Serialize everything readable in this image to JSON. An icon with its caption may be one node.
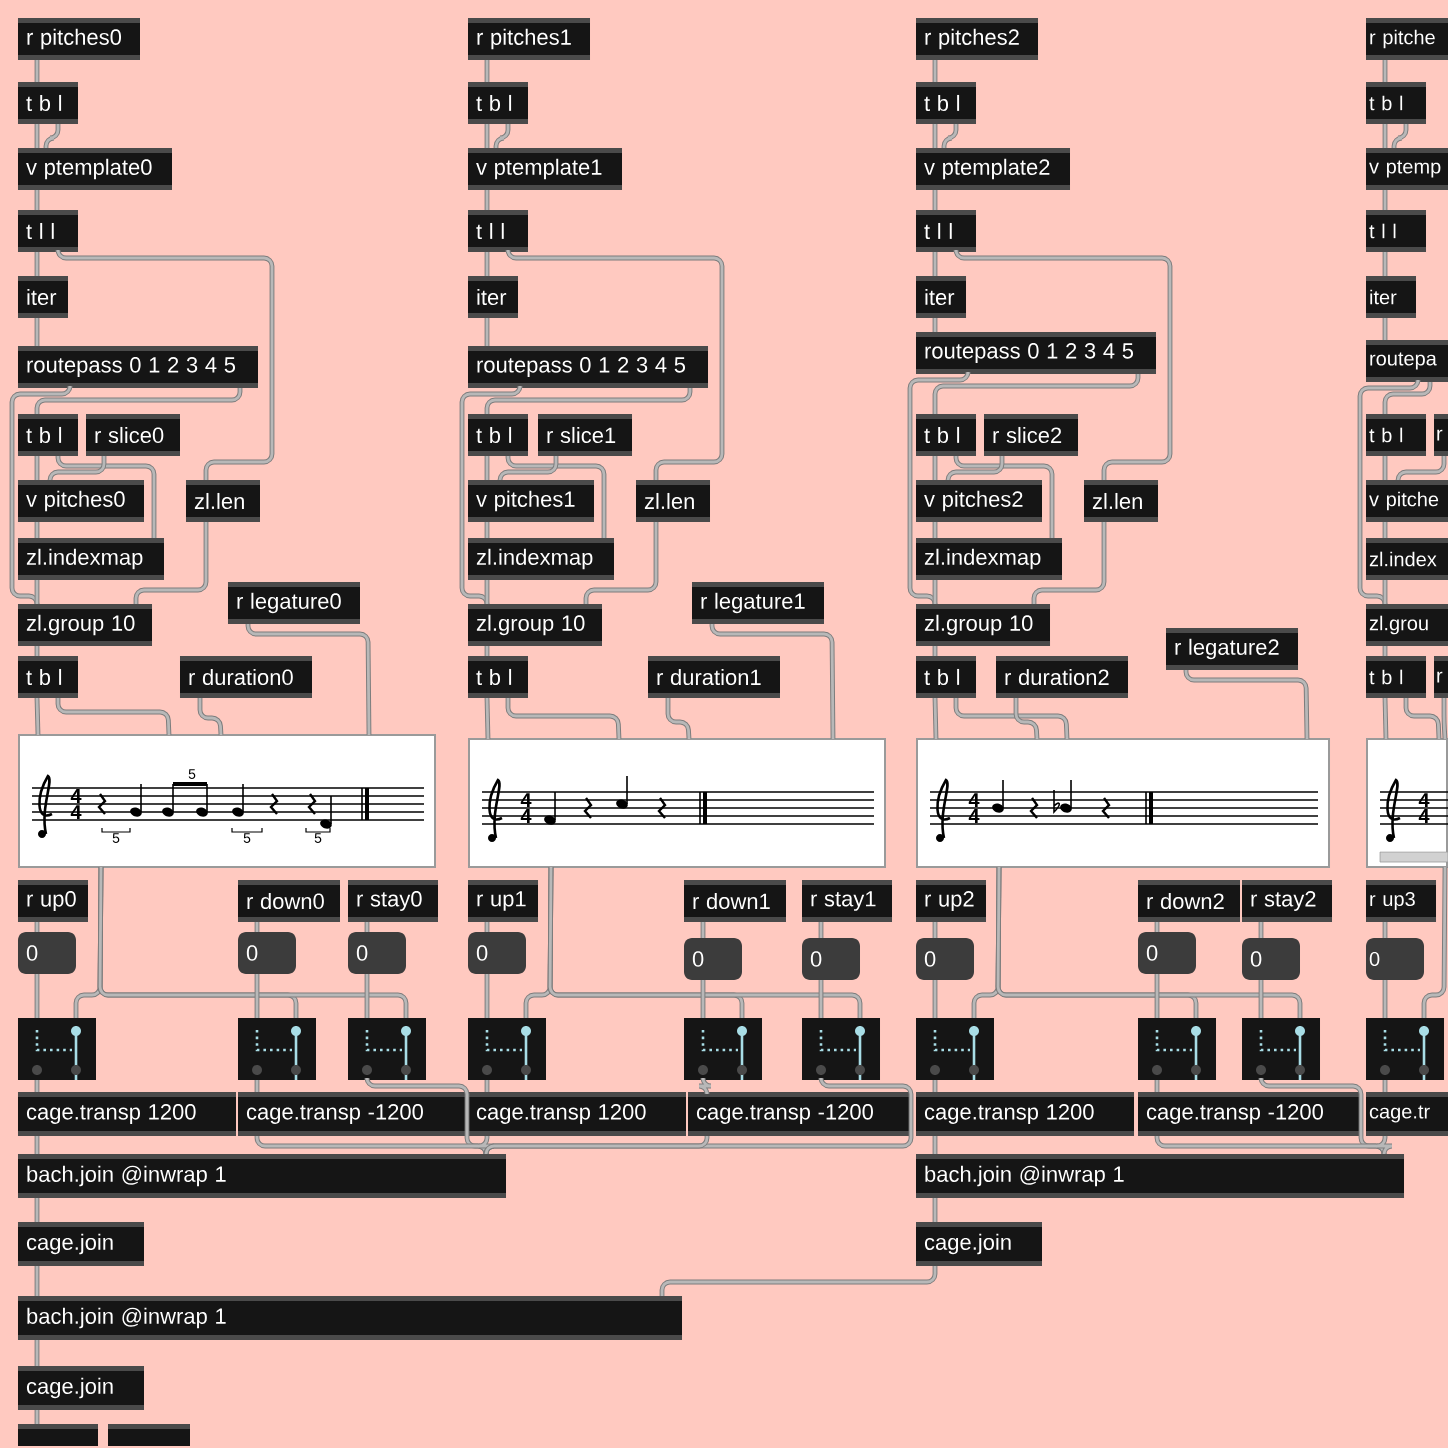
{
  "diagram": {
    "nodes": [
      {
        "text": [
          "r pitches0"
        ]
      },
      {
        "text": [
          "t b l"
        ]
      },
      {
        "text": [
          "v ptemplate0"
        ]
      },
      {
        "text": [
          "t l l"
        ]
      },
      {
        "text": [
          "iter"
        ]
      },
      {
        "text": [
          "routepass 0 1 2 3 4 5"
        ]
      },
      {
        "text": [
          "t b l"
        ]
      },
      {
        "text": [
          "r slice0"
        ]
      },
      {
        "text": [
          "v pitches0"
        ]
      },
      {
        "text": [
          "zl.len"
        ]
      },
      {
        "text": [
          "zl.indexmap"
        ]
      },
      {
        "text": [
          "r legature0"
        ]
      },
      {
        "text": [
          "zl.group 10"
        ]
      },
      {
        "text": [
          "t b l"
        ]
      },
      {
        "text": [
          "r duration0"
        ]
      },
      {
        "text": [],
        "shape": "picture"
      },
      {
        "text": [
          "r up0"
        ]
      },
      {
        "text": [
          "r down0"
        ]
      },
      {
        "text": [
          "r stay0"
        ]
      },
      {
        "text": [
          "0"
        ]
      },
      {
        "text": [
          "0"
        ]
      },
      {
        "text": [
          "0"
        ]
      },
      {
        "text": [],
        "shape": "box"
      },
      {
        "text": [],
        "shape": "box"
      },
      {
        "text": [],
        "shape": "box"
      },
      {
        "text": [
          "cage.transp 1200"
        ]
      },
      {
        "text": [
          "cage.transp -1200"
        ]
      },
      {
        "text": [
          "r pitches1"
        ]
      },
      {
        "text": [
          "t b l"
        ]
      },
      {
        "text": [
          "v ptemplate1"
        ]
      },
      {
        "text": [
          "t l l"
        ]
      },
      {
        "text": [
          "iter"
        ]
      },
      {
        "text": [
          "routepass 0 1 2 3 4 5"
        ]
      },
      {
        "text": [
          "t b l"
        ]
      },
      {
        "text": [
          "r slice1"
        ]
      },
      {
        "text": [
          "v pitches1"
        ]
      },
      {
        "text": [
          "zl.len"
        ]
      },
      {
        "text": [
          "zl.indexmap"
        ]
      },
      {
        "text": [
          "r legature1"
        ]
      },
      {
        "text": [
          "zl.group 10"
        ]
      },
      {
        "text": [
          "t b l"
        ]
      },
      {
        "text": [
          "r duration1"
        ]
      },
      {
        "text": [],
        "shape": "picture"
      },
      {
        "text": [
          "r up1"
        ]
      },
      {
        "text": [
          "r down1"
        ]
      },
      {
        "text": [
          "r stay1"
        ]
      },
      {
        "text": [
          "0"
        ]
      },
      {
        "text": [
          "0"
        ]
      },
      {
        "text": [
          "0"
        ]
      },
      {
        "text": [],
        "shape": "box"
      },
      {
        "text": [],
        "shape": "box"
      },
      {
        "text": [],
        "shape": "box"
      },
      {
        "text": [
          "cage.transp 1200"
        ]
      },
      {
        "text": [
          "cage.transp -1200"
        ]
      },
      {
        "text": [
          "r pitches2"
        ]
      },
      {
        "text": [
          "t b l"
        ]
      },
      {
        "text": [
          "v ptemplate2"
        ]
      },
      {
        "text": [
          "t l l"
        ]
      },
      {
        "text": [
          "iter"
        ]
      },
      {
        "text": [
          "routepass 0 1 2 3 4 5"
        ]
      },
      {
        "text": [
          "t b l"
        ]
      },
      {
        "text": [
          "r slice2"
        ]
      },
      {
        "text": [
          "v pitches2"
        ]
      },
      {
        "text": [
          "zl.len"
        ]
      },
      {
        "text": [
          "zl.indexmap"
        ]
      },
      {
        "text": [
          "r legature2"
        ]
      },
      {
        "text": [
          "zl.group 10"
        ]
      },
      {
        "text": [
          "t b l"
        ]
      },
      {
        "text": [
          "r duration2"
        ]
      },
      {
        "text": [],
        "shape": "picture"
      },
      {
        "text": [
          "r up2"
        ]
      },
      {
        "text": [
          "r down2"
        ]
      },
      {
        "text": [
          "r stay2"
        ]
      },
      {
        "text": [
          "0"
        ]
      },
      {
        "text": [
          "0"
        ]
      },
      {
        "text": [
          "0"
        ]
      },
      {
        "text": [],
        "shape": "box"
      },
      {
        "text": [],
        "shape": "box"
      },
      {
        "text": [],
        "shape": "box"
      },
      {
        "text": [
          "cage.transp 1200"
        ]
      },
      {
        "text": [
          "cage.transp -1200"
        ]
      },
      {
        "text": [
          "r pitche"
        ]
      },
      {
        "text": [
          "t b l"
        ]
      },
      {
        "text": [
          "v ptemp"
        ]
      },
      {
        "text": [
          "t l l"
        ]
      },
      {
        "text": [
          "iter"
        ]
      },
      {
        "text": [
          "routepa"
        ]
      },
      {
        "text": [
          "t b l"
        ]
      },
      {
        "text": [
          "r"
        ]
      },
      {
        "text": [
          "v pitche"
        ]
      },
      {
        "text": [
          "zl.index"
        ]
      },
      {
        "text": [
          "zl.grou"
        ]
      },
      {
        "text": [
          "t b l"
        ]
      },
      {
        "text": [
          "r"
        ]
      },
      {
        "text": [],
        "shape": "picture"
      },
      {
        "text": [
          "r up3"
        ]
      },
      {
        "text": [
          "0"
        ]
      },
      {
        "text": [],
        "shape": "box"
      },
      {
        "text": [
          "cage.tr"
        ]
      },
      {
        "text": [
          "bach.join @inwrap 1"
        ]
      },
      {
        "text": [
          "cage.join"
        ]
      },
      {
        "text": [
          "bach.join @inwrap 1"
        ]
      },
      {
        "text": [
          "cage.join"
        ]
      },
      {
        "text": [
          "bach.join @inwrap 1"
        ]
      },
      {
        "text": [
          "cage.join"
        ]
      },
      {
        "text": [],
        "shape": "box"
      },
      {
        "text": [],
        "shape": "box"
      }
    ],
    "edges": [
      {
        "from": 0,
        "to": 1,
        "arrow": "none"
      },
      {
        "from": 1,
        "to": 2,
        "arrow": "none"
      },
      {
        "from": 1,
        "to": 2,
        "arrow": "none"
      },
      {
        "from": 2,
        "to": 3,
        "arrow": "none"
      },
      {
        "from": 3,
        "to": 4,
        "arrow": "none"
      },
      {
        "from": 3,
        "to": 9,
        "arrow": "none"
      },
      {
        "from": 4,
        "to": 5,
        "arrow": "none"
      },
      {
        "from": 5,
        "to": 6,
        "arrow": "none"
      },
      {
        "from": 5,
        "to": 12,
        "arrow": "none"
      },
      {
        "from": 6,
        "to": 8,
        "arrow": "none"
      },
      {
        "from": 6,
        "to": 10,
        "arrow": "none"
      },
      {
        "from": 7,
        "to": 8,
        "arrow": "none"
      },
      {
        "from": 8,
        "to": 10,
        "arrow": "none"
      },
      {
        "from": 10,
        "to": 12,
        "arrow": "none"
      },
      {
        "from": 9,
        "to": 12,
        "arrow": "none"
      },
      {
        "from": 12,
        "to": 13,
        "arrow": "none"
      },
      {
        "from": 13,
        "to": 15,
        "arrow": "none"
      },
      {
        "from": 13,
        "to": 15,
        "arrow": "none"
      },
      {
        "from": 14,
        "to": 15,
        "arrow": "none"
      },
      {
        "from": 11,
        "to": 15,
        "arrow": "none"
      },
      {
        "from": 15,
        "to": 22,
        "arrow": "none"
      },
      {
        "from": 15,
        "to": 23,
        "arrow": "none"
      },
      {
        "from": 15,
        "to": 24,
        "arrow": "none"
      },
      {
        "from": 16,
        "to": 19,
        "arrow": "none"
      },
      {
        "from": 17,
        "to": 20,
        "arrow": "none"
      },
      {
        "from": 18,
        "to": 21,
        "arrow": "none"
      },
      {
        "from": 19,
        "to": 22,
        "arrow": "none"
      },
      {
        "from": 20,
        "to": 23,
        "arrow": "none"
      },
      {
        "from": 21,
        "to": 24,
        "arrow": "none"
      },
      {
        "from": 22,
        "to": 25,
        "arrow": "none"
      },
      {
        "from": 23,
        "to": 26,
        "arrow": "none"
      },
      {
        "from": 24,
        "to": 99,
        "arrow": "none"
      },
      {
        "from": 25,
        "to": 99,
        "arrow": "none"
      },
      {
        "from": 26,
        "to": 99,
        "arrow": "none"
      },
      {
        "from": 27,
        "to": 28,
        "arrow": "none"
      },
      {
        "from": 28,
        "to": 29,
        "arrow": "none"
      },
      {
        "from": 28,
        "to": 29,
        "arrow": "none"
      },
      {
        "from": 29,
        "to": 30,
        "arrow": "none"
      },
      {
        "from": 30,
        "to": 31,
        "arrow": "none"
      },
      {
        "from": 30,
        "to": 36,
        "arrow": "none"
      },
      {
        "from": 31,
        "to": 32,
        "arrow": "none"
      },
      {
        "from": 32,
        "to": 33,
        "arrow": "none"
      },
      {
        "from": 32,
        "to": 39,
        "arrow": "none"
      },
      {
        "from": 33,
        "to": 35,
        "arrow": "none"
      },
      {
        "from": 33,
        "to": 37,
        "arrow": "none"
      },
      {
        "from": 34,
        "to": 35,
        "arrow": "none"
      },
      {
        "from": 35,
        "to": 37,
        "arrow": "none"
      },
      {
        "from": 37,
        "to": 39,
        "arrow": "none"
      },
      {
        "from": 36,
        "to": 39,
        "arrow": "none"
      },
      {
        "from": 39,
        "to": 40,
        "arrow": "none"
      },
      {
        "from": 40,
        "to": 42,
        "arrow": "none"
      },
      {
        "from": 40,
        "to": 42,
        "arrow": "none"
      },
      {
        "from": 41,
        "to": 42,
        "arrow": "none"
      },
      {
        "from": 38,
        "to": 42,
        "arrow": "none"
      },
      {
        "from": 42,
        "to": 49,
        "arrow": "none"
      },
      {
        "from": 42,
        "to": 50,
        "arrow": "none"
      },
      {
        "from": 42,
        "to": 51,
        "arrow": "none"
      },
      {
        "from": 43,
        "to": 46,
        "arrow": "none"
      },
      {
        "from": 44,
        "to": 47,
        "arrow": "none"
      },
      {
        "from": 45,
        "to": 48,
        "arrow": "none"
      },
      {
        "from": 46,
        "to": 49,
        "arrow": "none"
      },
      {
        "from": 47,
        "to": 50,
        "arrow": "none"
      },
      {
        "from": 48,
        "to": 51,
        "arrow": "none"
      },
      {
        "from": 49,
        "to": 52,
        "arrow": "none"
      },
      {
        "from": 50,
        "to": 53,
        "arrow": "none"
      },
      {
        "from": 51,
        "to": 99,
        "arrow": "none"
      },
      {
        "from": 52,
        "to": 99,
        "arrow": "none"
      },
      {
        "from": 53,
        "to": 99,
        "arrow": "none"
      },
      {
        "from": 54,
        "to": 55,
        "arrow": "none"
      },
      {
        "from": 55,
        "to": 56,
        "arrow": "none"
      },
      {
        "from": 55,
        "to": 56,
        "arrow": "none"
      },
      {
        "from": 56,
        "to": 57,
        "arrow": "none"
      },
      {
        "from": 57,
        "to": 58,
        "arrow": "none"
      },
      {
        "from": 57,
        "to": 63,
        "arrow": "none"
      },
      {
        "from": 58,
        "to": 59,
        "arrow": "none"
      },
      {
        "from": 59,
        "to": 60,
        "arrow": "none"
      },
      {
        "from": 59,
        "to": 66,
        "arrow": "none"
      },
      {
        "from": 60,
        "to": 62,
        "arrow": "none"
      },
      {
        "from": 60,
        "to": 64,
        "arrow": "none"
      },
      {
        "from": 61,
        "to": 62,
        "arrow": "none"
      },
      {
        "from": 62,
        "to": 64,
        "arrow": "none"
      },
      {
        "from": 64,
        "to": 66,
        "arrow": "none"
      },
      {
        "from": 63,
        "to": 66,
        "arrow": "none"
      },
      {
        "from": 66,
        "to": 67,
        "arrow": "none"
      },
      {
        "from": 67,
        "to": 69,
        "arrow": "none"
      },
      {
        "from": 67,
        "to": 69,
        "arrow": "none"
      },
      {
        "from": 68,
        "to": 69,
        "arrow": "none"
      },
      {
        "from": 65,
        "to": 69,
        "arrow": "none"
      },
      {
        "from": 69,
        "to": 76,
        "arrow": "none"
      },
      {
        "from": 69,
        "to": 77,
        "arrow": "none"
      },
      {
        "from": 69,
        "to": 78,
        "arrow": "none"
      },
      {
        "from": 70,
        "to": 73,
        "arrow": "none"
      },
      {
        "from": 71,
        "to": 74,
        "arrow": "none"
      },
      {
        "from": 72,
        "to": 75,
        "arrow": "none"
      },
      {
        "from": 73,
        "to": 76,
        "arrow": "none"
      },
      {
        "from": 74,
        "to": 77,
        "arrow": "none"
      },
      {
        "from": 75,
        "to": 78,
        "arrow": "none"
      },
      {
        "from": 76,
        "to": 79,
        "arrow": "none"
      },
      {
        "from": 77,
        "to": 80,
        "arrow": "none"
      },
      {
        "from": 78,
        "to": 101,
        "arrow": "none"
      },
      {
        "from": 79,
        "to": 101,
        "arrow": "none"
      },
      {
        "from": 80,
        "to": 101,
        "arrow": "none"
      },
      {
        "from": 81,
        "to": 82,
        "arrow": "none"
      },
      {
        "from": 82,
        "to": 83,
        "arrow": "none"
      },
      {
        "from": 82,
        "to": 83,
        "arrow": "none"
      },
      {
        "from": 83,
        "to": 84,
        "arrow": "none"
      },
      {
        "from": 84,
        "to": 85,
        "arrow": "none"
      },
      {
        "from": 85,
        "to": 86,
        "arrow": "none"
      },
      {
        "from": 86,
        "to": 87,
        "arrow": "none"
      },
      {
        "from": 86,
        "to": 91,
        "arrow": "none"
      },
      {
        "from": 87,
        "to": 89,
        "arrow": "none"
      },
      {
        "from": 88,
        "to": 89,
        "arrow": "none"
      },
      {
        "from": 89,
        "to": 90,
        "arrow": "none"
      },
      {
        "from": 90,
        "to": 91,
        "arrow": "none"
      },
      {
        "from": 91,
        "to": 92,
        "arrow": "none"
      },
      {
        "from": 92,
        "to": 94,
        "arrow": "none"
      },
      {
        "from": 92,
        "to": 94,
        "arrow": "none"
      },
      {
        "from": 93,
        "to": 94,
        "arrow": "none"
      },
      {
        "from": 94,
        "to": 97,
        "arrow": "none"
      },
      {
        "from": 95,
        "to": 96,
        "arrow": "none"
      },
      {
        "from": 96,
        "to": 97,
        "arrow": "none"
      },
      {
        "from": 97,
        "to": 98,
        "arrow": "none"
      },
      {
        "from": 98,
        "to": 101,
        "arrow": "none"
      },
      {
        "from": 99,
        "to": 100,
        "arrow": "none"
      },
      {
        "from": 100,
        "to": 103,
        "arrow": "none"
      },
      {
        "from": 101,
        "to": 102,
        "arrow": "none"
      },
      {
        "from": 102,
        "to": 103,
        "arrow": "none"
      },
      {
        "from": 103,
        "to": 104,
        "arrow": "none"
      },
      {
        "from": 104,
        "to": 105,
        "arrow": "none"
      }
    ],
    "labels": [
      "4",
      "4",
      "5",
      "5",
      "5",
      "5",
      "4",
      "4",
      "4",
      "4",
      "4",
      "4"
    ]
  }
}
